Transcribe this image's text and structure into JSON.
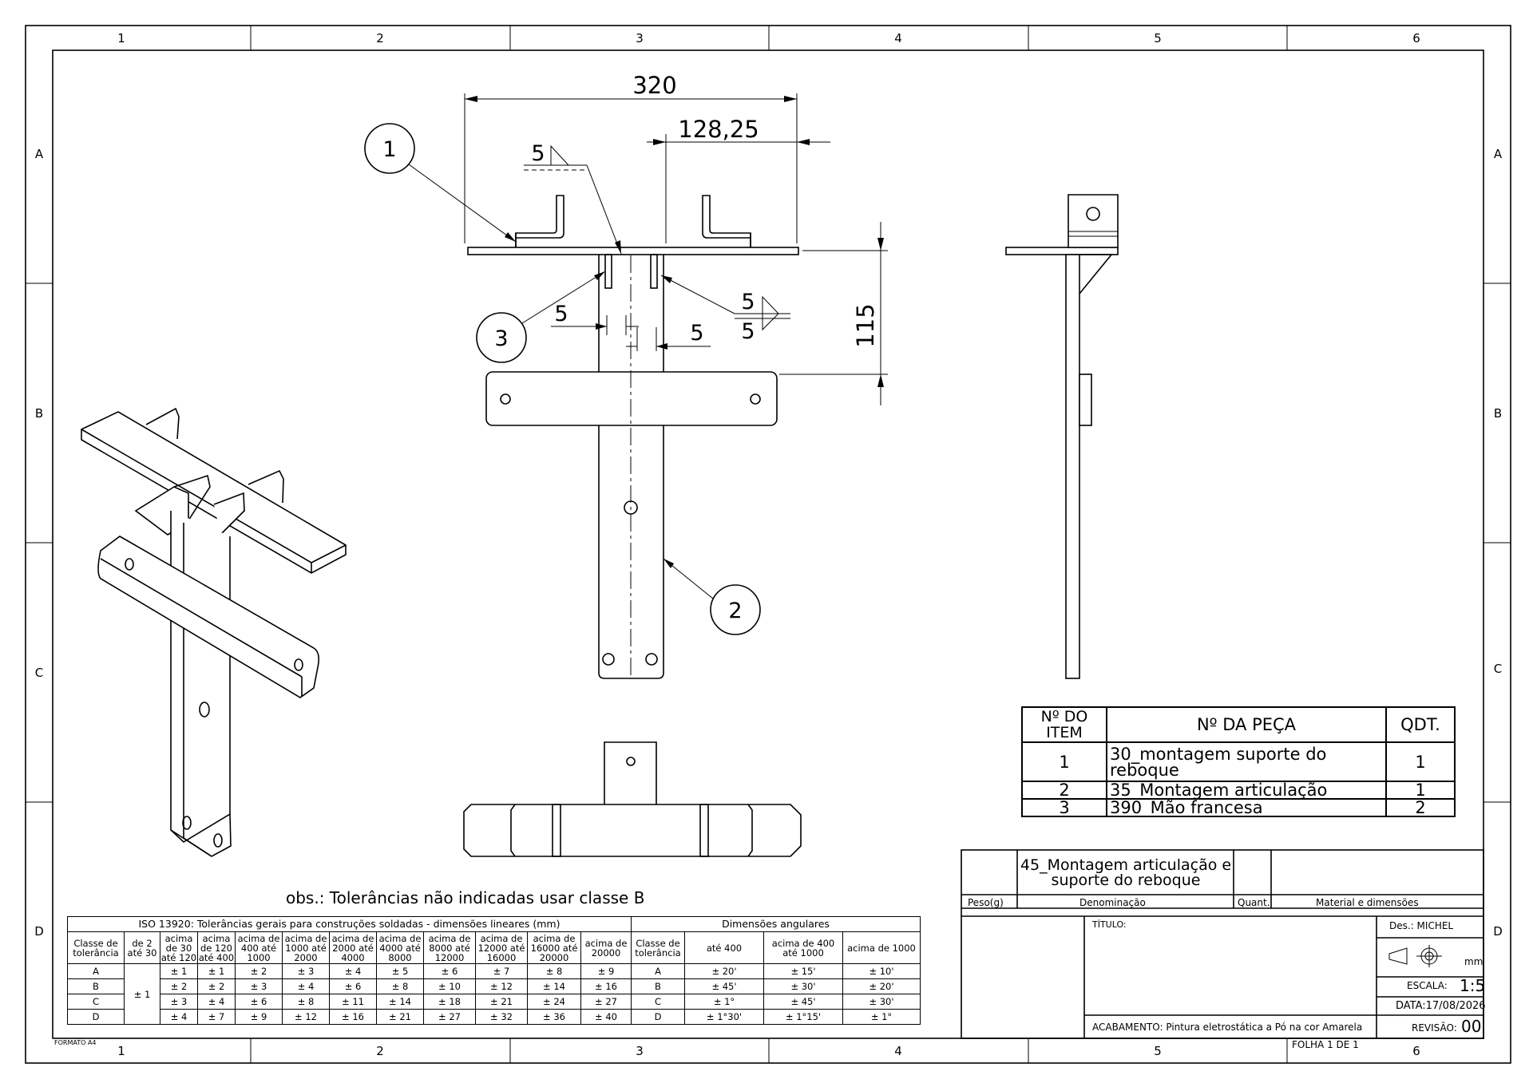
{
  "drawing": {
    "zone_columns": [
      "1",
      "2",
      "3",
      "4",
      "5",
      "6"
    ],
    "zone_rows": [
      "A",
      "B",
      "C",
      "D"
    ],
    "format": "FORMATO A4",
    "dimensions": {
      "width": "320",
      "offset": "128,25",
      "height": "115",
      "weld_left": "5",
      "weld_right": "5",
      "weld_symbol_top": "5",
      "weld_symbol_right_a": "5",
      "weld_symbol_right_b": "5"
    },
    "balloons": [
      "1",
      "2",
      "3"
    ]
  },
  "bom": {
    "headers": [
      "Nº DO ITEM",
      "Nº DA PEÇA",
      "QDT."
    ],
    "rows": [
      {
        "item": "1",
        "part": "30_montagem suporte do reboque",
        "qty": "1"
      },
      {
        "item": "2",
        "part": "35_Montagem articulação",
        "qty": "1"
      },
      {
        "item": "3",
        "part": "390_Mão francesa",
        "qty": "2"
      }
    ]
  },
  "note": "obs.: Tolerâncias não indicadas usar classe B",
  "tolerance": {
    "linear_title": "ISO 13920: Tolerâncias gerais para construções soldadas - dimensões lineares (mm)",
    "angular_title": "Dimensões angulares",
    "linear_headers": [
      "Classe de tolerância",
      "de 2 até 30",
      "acima de 30 até 120",
      "acima de 120 até 400",
      "acima de 400 até 1000",
      "acima de 1000 até 2000",
      "acima de 2000 até 4000",
      "acima de 4000 até 8000",
      "acima de 8000 até 12000",
      "acima de 12000 até 16000",
      "acima de 16000 até 20000",
      "acima de 20000"
    ],
    "angular_headers": [
      "Classe de tolerância",
      "até 400",
      "acima de 400 até 1000",
      "acima de 1000"
    ],
    "shared_2_30": "± 1",
    "rows": [
      {
        "cls": "A",
        "lin": [
          "± 1",
          "± 1",
          "± 2",
          "± 3",
          "± 4",
          "± 5",
          "± 6",
          "± 7",
          "± 8",
          "± 9"
        ],
        "ang": [
          "± 20'",
          "± 15'",
          "± 10'"
        ]
      },
      {
        "cls": "B",
        "lin": [
          "± 2",
          "± 2",
          "± 3",
          "± 4",
          "± 6",
          "± 8",
          "± 10",
          "± 12",
          "± 14",
          "± 16"
        ],
        "ang": [
          "± 45'",
          "± 30'",
          "± 20'"
        ]
      },
      {
        "cls": "C",
        "lin": [
          "± 3",
          "± 4",
          "± 6",
          "± 8",
          "± 11",
          "± 14",
          "± 18",
          "± 21",
          "± 24",
          "± 27"
        ],
        "ang": [
          "± 1°",
          "± 45'",
          "± 30'"
        ]
      },
      {
        "cls": "D",
        "lin": [
          "± 4",
          "± 7",
          "± 9",
          "± 12",
          "± 16",
          "± 21",
          "± 27",
          "± 32",
          "± 36",
          "± 40"
        ],
        "ang": [
          "± 1°30'",
          "± 1°15'",
          "± 1°"
        ]
      }
    ]
  },
  "title_block": {
    "denomination_value": "45_Montagem articulação e suporte do reboque",
    "peso_label": "Peso(g)",
    "denominacao_label": "Denominação",
    "quant_label": "Quant.",
    "material_label": "Material e dimensões",
    "titulo_label": "TÍTULO:",
    "designer": "Des.: MICHEL",
    "unit": "mm",
    "escala_label": "ESCALA:",
    "escala_value": "1:5",
    "data": "DATA:17/08/2026",
    "acabamento": "ACABAMENTO: Pintura eletrostática a Pó na cor Amarela",
    "revisao_label": "REVISÃO:",
    "revisao_value": "00",
    "folha": "FOLHA 1 DE 1"
  }
}
